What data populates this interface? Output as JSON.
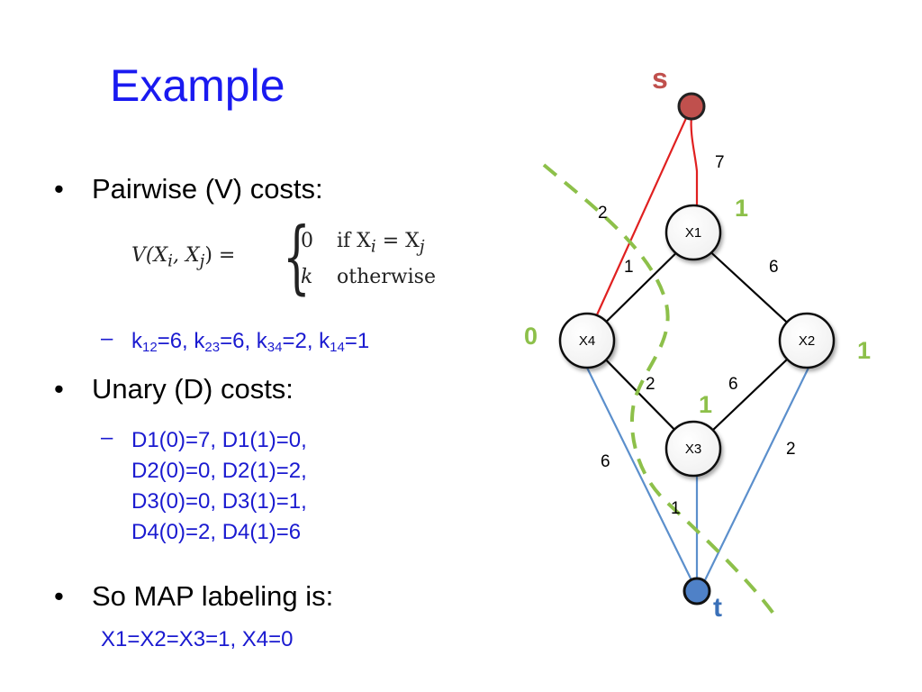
{
  "slide": {
    "title": "Example",
    "bullets": [
      {
        "text": "Pairwise (V) costs:"
      },
      {
        "text": "Unary (D) costs:"
      },
      {
        "text": "So MAP labeling is:"
      }
    ],
    "bullet_glyph": "•",
    "dash_glyph": "–",
    "pairwise_sub": {
      "parts": [
        "k",
        "12",
        "=6, k",
        "23",
        "=6, k",
        "34",
        "=2, k",
        "14",
        "=1"
      ]
    },
    "formula": {
      "lhs": "V(X",
      "lhs_sub_i": "i",
      "lhs_mid": ", X",
      "lhs_sub_j": "j",
      "lhs_end": ") =",
      "case1_value": "0",
      "case1_cond": "if X",
      "case1_sub_i": "i",
      "case1_eq": " = X",
      "case1_sub_j": "j",
      "case2_value": "k",
      "case2_cond": "otherwise"
    },
    "unary_lines": [
      "D1(0)=7, D1(1)=0,",
      "D2(0)=0, D2(1)=2,",
      "D3(0)=0, D3(1)=1,",
      "D4(0)=2, D4(1)=6"
    ],
    "answer": "X1=X2=X3=1, X4=0"
  },
  "graph": {
    "source_label": "s",
    "sink_label": "t",
    "nodes": [
      {
        "id": "x1",
        "label": "X1",
        "assignment": "1"
      },
      {
        "id": "x2",
        "label": "X2",
        "assignment": "1"
      },
      {
        "id": "x3",
        "label": "X3",
        "assignment": "1"
      },
      {
        "id": "x4",
        "label": "X4",
        "assignment": "0"
      }
    ],
    "edges": [
      {
        "from": "s",
        "to": "x1",
        "weight": "7",
        "color": "#e02020"
      },
      {
        "from": "s",
        "to": "x4",
        "weight": "2",
        "color": "#e02020"
      },
      {
        "from": "x1",
        "to": "x4",
        "weight": "1",
        "color": "#000000"
      },
      {
        "from": "x1",
        "to": "x2",
        "weight": "6",
        "color": "#000000"
      },
      {
        "from": "x4",
        "to": "x3",
        "weight": "2",
        "color": "#000000"
      },
      {
        "from": "x2",
        "to": "x3",
        "weight": "6",
        "color": "#000000"
      },
      {
        "from": "x4",
        "to": "t",
        "weight": "6",
        "color": "#5b8fcc"
      },
      {
        "from": "x3",
        "to": "t",
        "weight": "1",
        "color": "#5b8fcc"
      },
      {
        "from": "x2",
        "to": "t",
        "weight": "2",
        "color": "#5b8fcc"
      }
    ],
    "colors": {
      "source_fill": "#c0504d",
      "sink_fill": "#4f81c7",
      "source_label": "#c0504d",
      "sink_label": "#3a70b8",
      "cut_line": "#8dc04a",
      "assignment_label": "#8dc04a",
      "text_blue": "#1a1ad0",
      "title_blue": "#1a1af0"
    }
  }
}
